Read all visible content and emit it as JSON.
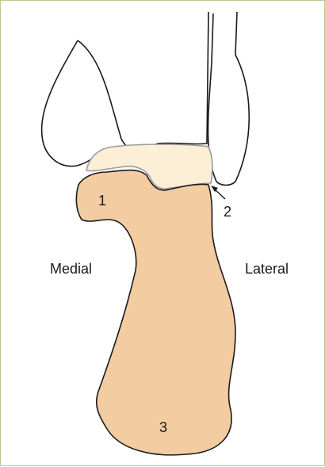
{
  "labels": {
    "medial": "Medial",
    "lateral": "Lateral",
    "n1": "1",
    "n2": "2",
    "n3": "3"
  },
  "colors": {
    "frame": "#b9c98a",
    "cartilage_fill": "#fcefd6",
    "bone_fill": "#f4cca2",
    "outline": "#1a1a1a",
    "cartilage_edge": "#9a9a9a"
  }
}
